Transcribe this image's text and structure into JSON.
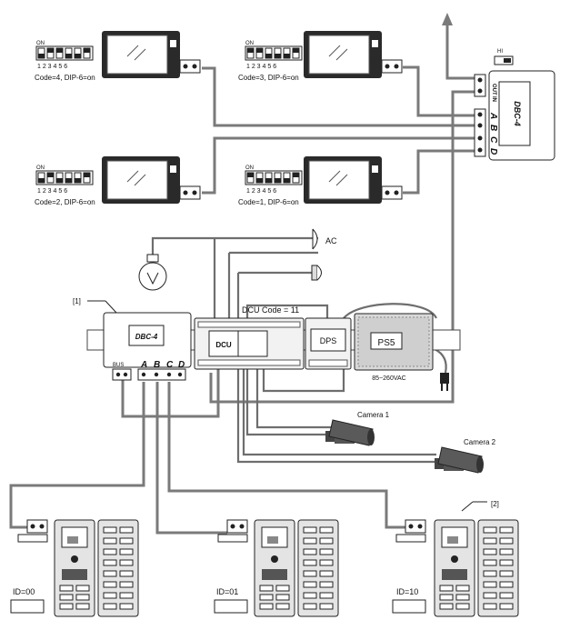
{
  "monitors": [
    {
      "id": "m4",
      "code_label": "Code=4, DIP-6=on",
      "dip_numbers": "1 2 3 4 5 6",
      "dip_on": "ON"
    },
    {
      "id": "m3",
      "code_label": "Code=3, DIP-6=on",
      "dip_numbers": "1 2 3 4 5 6",
      "dip_on": "ON"
    },
    {
      "id": "m2",
      "code_label": "Code=2, DIP-6=on",
      "dip_numbers": "1 2 3 4 5 6",
      "dip_on": "ON"
    },
    {
      "id": "m1",
      "code_label": "Code=1, DIP-6=on",
      "dip_numbers": "1 2 3 4 5 6",
      "dip_on": "ON"
    }
  ],
  "top_dbc": {
    "name": "DBC-4",
    "out_label": "OUT",
    "in_label": "IN",
    "port_labels": [
      "A",
      "B",
      "C",
      "D"
    ],
    "switch_label": "HI"
  },
  "middle": {
    "ref1": "[1]",
    "dbc_name": "DBC-4",
    "bus_label": "BUS",
    "port_labels": [
      "A",
      "B",
      "C",
      "D"
    ],
    "dcu_code": "DCU Code = 11",
    "dcu_name": "DCU",
    "dps_name": "DPS",
    "ps5_name": "PS5",
    "voltage": "85~260VAC",
    "ac_label": "AC"
  },
  "cameras": [
    {
      "label": "Camera 1"
    },
    {
      "label": "Camera 2"
    }
  ],
  "door_stations": [
    {
      "id_label": "ID=00"
    },
    {
      "id_label": "ID=01"
    },
    {
      "id_label": "ID=10"
    }
  ],
  "ref2": "[2]"
}
